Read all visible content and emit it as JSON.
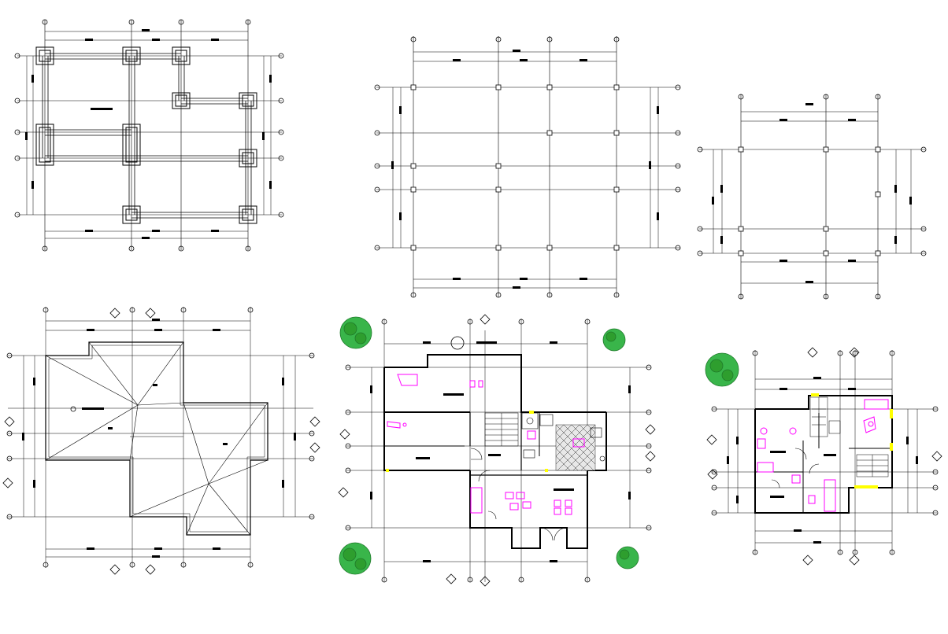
{
  "sheet": {
    "background": "#ffffff",
    "line_color": "#000000",
    "furniture_color": "#ff00ff",
    "tree_color": "#2e9e2e",
    "door_marker_color": "#ffff00"
  },
  "drawings": [
    {
      "id": "foundation-plan",
      "label": ""
    },
    {
      "id": "column-grid-plan",
      "label": ""
    },
    {
      "id": "small-column-grid-plan",
      "label": ""
    },
    {
      "id": "roof-plan",
      "label": ""
    },
    {
      "id": "ground-floor-plan",
      "label": ""
    },
    {
      "id": "upper-floor-plan",
      "label": ""
    }
  ]
}
